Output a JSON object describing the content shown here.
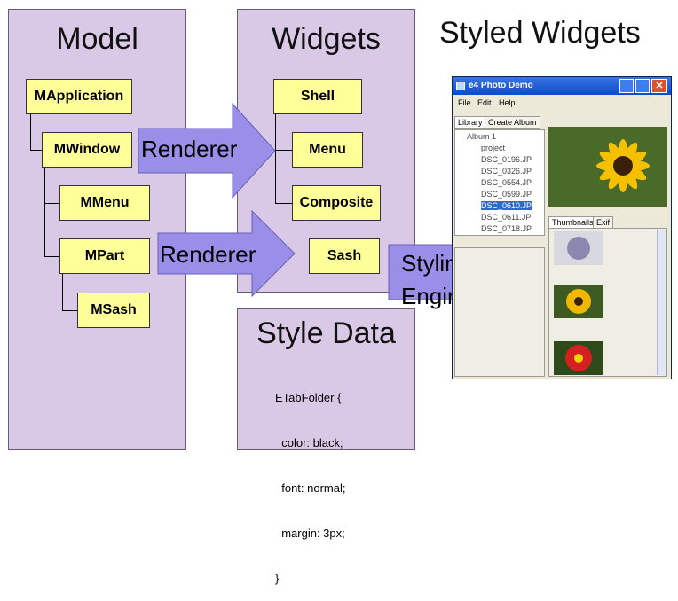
{
  "panels": {
    "model": {
      "title": "Model"
    },
    "widgets": {
      "title": "Widgets"
    },
    "styled": {
      "title": "Styled Widgets"
    },
    "style_data": {
      "title": "Style Data"
    }
  },
  "model_boxes": [
    "MApplication",
    "MWindow",
    "MMenu",
    "MPart",
    "MSash"
  ],
  "widget_boxes": [
    "Shell",
    "Menu",
    "Composite",
    "Sash"
  ],
  "arrows": {
    "renderer1": "Renderer",
    "renderer2": "Renderer",
    "styling_line1": "Styling",
    "styling_line2": "Engine"
  },
  "style_code": [
    "ETabFolder {",
    "  color: black;",
    "  font: normal;",
    "  margin: 3px;",
    "}"
  ],
  "window": {
    "title": "e4 Photo Demo",
    "menu": [
      "File",
      "Edit",
      "Help"
    ],
    "tabs": [
      "Library",
      "Create Album"
    ],
    "tree": [
      "Album 1",
      "project",
      "DSC_0196.JP",
      "DSC_0326.JP",
      "DSC_0554.JP",
      "DSC_0599.JP",
      "DSC_0610.JP",
      "DSC_0611.JP",
      "DSC_0718.JP"
    ],
    "bottom_tabs": [
      "Thumbnails",
      "Exif"
    ]
  },
  "colors": {
    "panel": "#d9c9e6",
    "box": "#ffff99",
    "arrow": "#9a8fe8"
  }
}
